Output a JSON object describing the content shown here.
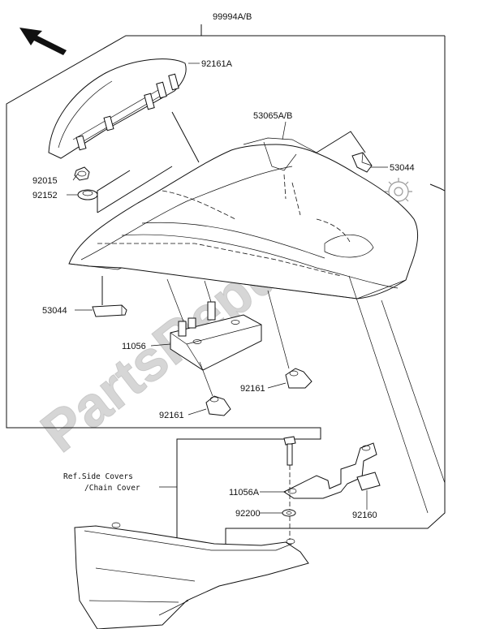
{
  "watermark": "PartsRepublik",
  "labels": {
    "assembly": "99994A/B",
    "cover_main": "92161A",
    "seat_cover": "53065A/B",
    "clip_right": "53044",
    "nut": "92015",
    "grommet": "92152",
    "clip_left": "53044",
    "bracket": "11056",
    "damper_right": "92161",
    "damper_left": "92161",
    "ref_line1": "Ref.Side Covers",
    "ref_line2": "/Chain Cover",
    "bracket_a": "11056A",
    "washer": "92200",
    "pad": "92160"
  },
  "icons": {
    "direction": "arrow-up-left-icon",
    "gear": "gear-icon"
  }
}
